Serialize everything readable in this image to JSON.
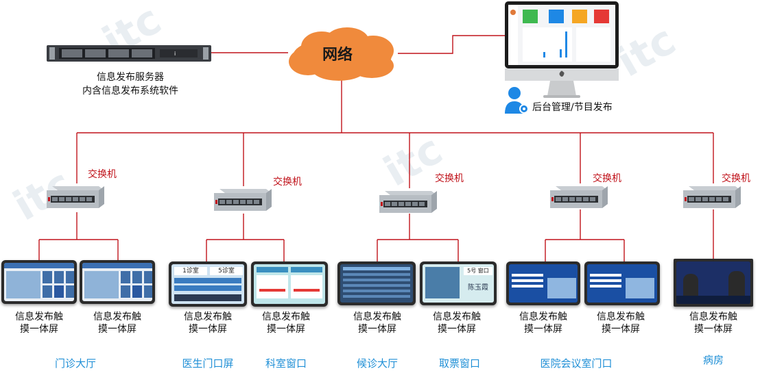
{
  "cloud": {
    "label": "网络"
  },
  "server": {
    "line1": "信息发布服务器",
    "line2": "内含信息发布系统软件"
  },
  "admin": {
    "label": "后台管理/节目发布"
  },
  "switch_label": "交换机",
  "switches": [
    {
      "label": "交换机"
    },
    {
      "label": "交换机"
    },
    {
      "label": "交换机"
    },
    {
      "label": "交换机"
    },
    {
      "label": "交换机"
    }
  ],
  "terminals": [
    {
      "line1": "信息发布触",
      "line2": "摸一体屏"
    },
    {
      "line1": "信息发布触",
      "line2": "摸一体屏"
    },
    {
      "line1": "信息发布触",
      "line2": "摸一体屏"
    },
    {
      "line1": "信息发布触",
      "line2": "摸一体屏"
    },
    {
      "line1": "信息发布触",
      "line2": "摸一体屏"
    },
    {
      "line1": "信息发布触",
      "line2": "摸一体屏"
    },
    {
      "line1": "信息发布触",
      "line2": "摸一体屏"
    },
    {
      "line1": "信息发布触",
      "line2": "摸一体屏"
    },
    {
      "line1": "信息发布触",
      "line2": "摸一体屏"
    }
  ],
  "locations": [
    {
      "label": "门诊大厅"
    },
    {
      "label": "医生门口屏"
    },
    {
      "label": "科室窗口"
    },
    {
      "label": "候诊大厅"
    },
    {
      "label": "取票窗口"
    },
    {
      "label": "医院会议室门口"
    },
    {
      "label": "病房"
    }
  ],
  "screen_text": {
    "doctor_room_a": "1诊室",
    "doctor_room_b": "5诊室",
    "ticket_window": "5号 窗口",
    "ticket_name": "陈玉霞"
  },
  "watermark": "itc",
  "colors": {
    "line": "#c0121a",
    "cloud": "#f08a3c",
    "location": "#1f8fd6"
  }
}
